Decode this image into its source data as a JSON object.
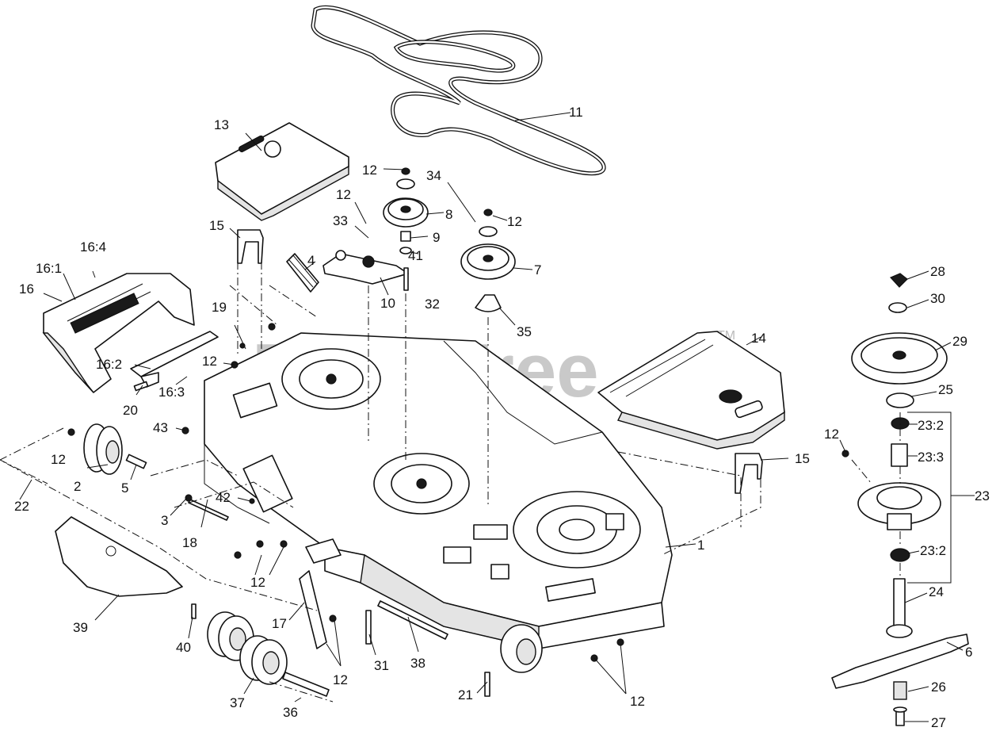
{
  "watermark": {
    "text": "PartsTree",
    "trademark": "TM"
  },
  "callouts": {
    "c1": "1",
    "c2": "2",
    "c3": "3",
    "c4": "4",
    "c5": "5",
    "c6": "6",
    "c7": "7",
    "c8": "8",
    "c9": "9",
    "c10": "10",
    "c11": "11",
    "c12a": "12",
    "c12b": "12",
    "c12c": "12",
    "c12d": "12",
    "c12e": "12",
    "c12f": "12",
    "c12g": "12",
    "c12h": "12",
    "c12i": "12",
    "c13": "13",
    "c14": "14",
    "c15a": "15",
    "c15b": "15",
    "c16": "16",
    "c16_1": "16:1",
    "c16_2": "16:2",
    "c16_3": "16:3",
    "c16_4": "16:4",
    "c17": "17",
    "c18": "18",
    "c19": "19",
    "c20": "20",
    "c21": "21",
    "c22": "22",
    "c23": "23",
    "c23_2a": "23:2",
    "c23_3": "23:3",
    "c23_2b": "23:2",
    "c24": "24",
    "c25": "25",
    "c26": "26",
    "c27": "27",
    "c28": "28",
    "c29": "29",
    "c30": "30",
    "c31": "31",
    "c32": "32",
    "c33": "33",
    "c34": "34",
    "c35": "35",
    "c36": "36",
    "c37": "37",
    "c38": "38",
    "c39": "39",
    "c40": "40",
    "c41": "41",
    "c42": "42",
    "c43": "43"
  }
}
